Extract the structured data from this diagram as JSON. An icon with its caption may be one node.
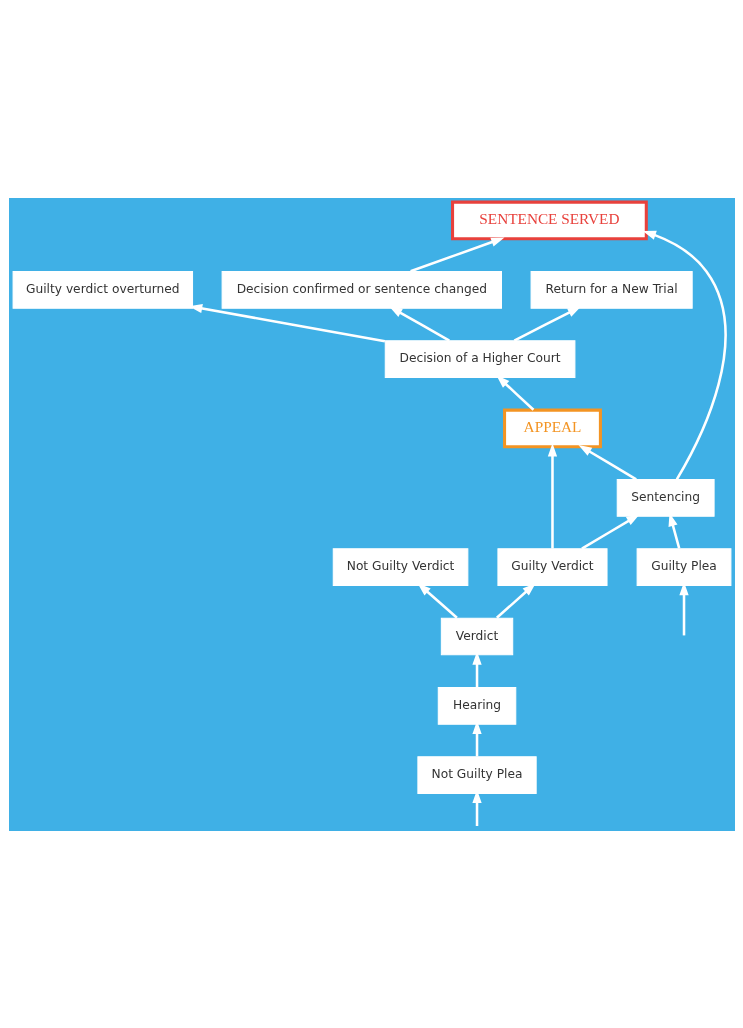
{
  "diagram": {
    "nodes": [
      {
        "text": [
          "SENTENCE SERVED"
        ]
      },
      {
        "text": [
          "Guilty verdict overturned"
        ]
      },
      {
        "text": [
          "Decision confirmed or sentence changed"
        ]
      },
      {
        "text": [
          "Return for a New Trial"
        ]
      },
      {
        "text": [
          "Decision of a Higher Court"
        ]
      },
      {
        "text": [
          "APPEAL"
        ]
      },
      {
        "text": [
          "Sentencing"
        ]
      },
      {
        "text": [
          "Not Guilty Verdict"
        ]
      },
      {
        "text": [
          "Guilty Verdict"
        ]
      },
      {
        "text": [
          "Verdict"
        ]
      },
      {
        "text": [
          "Hearing"
        ]
      },
      {
        "text": [
          "Not Guilty Plea"
        ]
      },
      {
        "text": [
          "Guilty Plea"
        ]
      }
    ],
    "edges": [
      {
        "from": null,
        "to": 11,
        "arrow": "to"
      },
      {
        "from": null,
        "to": 12,
        "arrow": "to"
      },
      {
        "from": 11,
        "to": 10,
        "arrow": "to"
      },
      {
        "from": 10,
        "to": 9,
        "arrow": "to"
      },
      {
        "from": 9,
        "to": 7,
        "arrow": "to"
      },
      {
        "from": 9,
        "to": 8,
        "arrow": "to"
      },
      {
        "from": 8,
        "to": 5,
        "arrow": "to"
      },
      {
        "from": 8,
        "to": 6,
        "arrow": "to"
      },
      {
        "from": 12,
        "to": 6,
        "arrow": "to"
      },
      {
        "from": 6,
        "to": 5,
        "arrow": "to"
      },
      {
        "from": 6,
        "to": 0,
        "arrow": "to"
      },
      {
        "from": 5,
        "to": 4,
        "arrow": "to"
      },
      {
        "from": 4,
        "to": 1,
        "arrow": "to"
      },
      {
        "from": 4,
        "to": 2,
        "arrow": "to"
      },
      {
        "from": 4,
        "to": 3,
        "arrow": "to"
      },
      {
        "from": 2,
        "to": 0,
        "arrow": "to"
      }
    ]
  }
}
